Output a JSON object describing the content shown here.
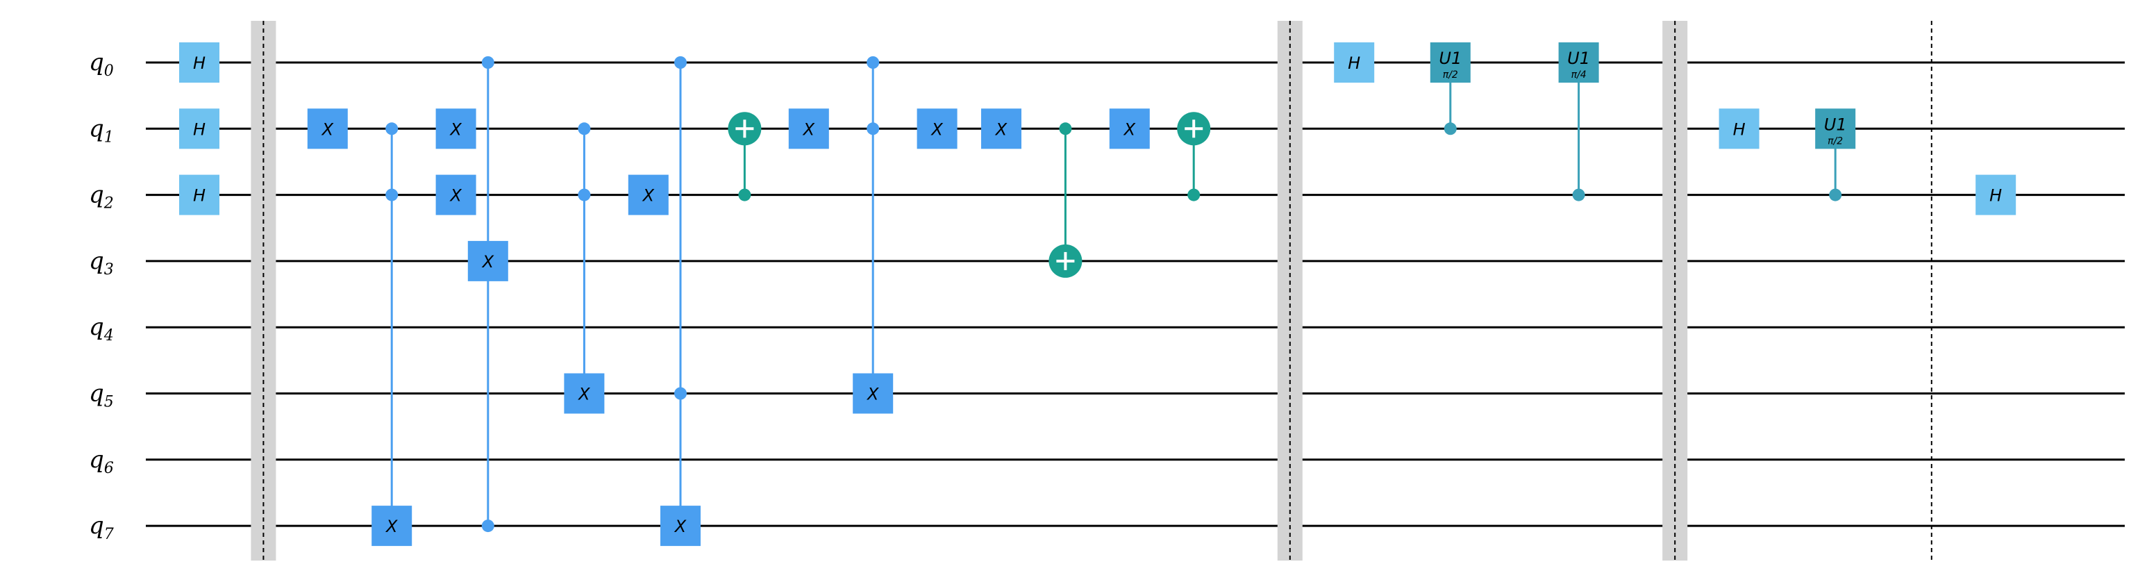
{
  "colors": {
    "wire": "#000000",
    "h_gate": "#6fc2f0",
    "x_gate": "#4a9ff0",
    "x_ctrl": "#4a9ff0",
    "u1_gate": "#3ba0b8",
    "u1_ctrl": "#3ba0b8",
    "cx": "#1aa191",
    "barrier_fill": "#d4d4d4",
    "barrier_line": "#000000"
  },
  "qubits": [
    {
      "base": "q",
      "index": "0"
    },
    {
      "base": "q",
      "index": "1"
    },
    {
      "base": "q",
      "index": "2"
    },
    {
      "base": "q",
      "index": "3"
    },
    {
      "base": "q",
      "index": "4"
    },
    {
      "base": "q",
      "index": "5"
    },
    {
      "base": "q",
      "index": "6"
    },
    {
      "base": "q",
      "index": "7"
    }
  ],
  "barriers": [
    {
      "column": 1,
      "shaded": true
    },
    {
      "column": 17,
      "shaded": true
    },
    {
      "column": 23,
      "shaded": true
    },
    {
      "column": 27,
      "shaded": false
    }
  ],
  "gates": [
    {
      "type": "box",
      "kind": "h",
      "label": "H",
      "column": 0,
      "qubit": 0
    },
    {
      "type": "box",
      "kind": "h",
      "label": "H",
      "column": 0,
      "qubit": 1
    },
    {
      "type": "box",
      "kind": "h",
      "label": "H",
      "column": 0,
      "qubit": 2
    },
    {
      "type": "box",
      "kind": "x",
      "label": "X",
      "column": 2,
      "qubit": 1
    },
    {
      "type": "controlled",
      "kind": "x",
      "label": "X",
      "column": 3,
      "controls": [
        1,
        2
      ],
      "target": 7
    },
    {
      "type": "box",
      "kind": "x",
      "label": "X",
      "column": 4,
      "qubit": 1
    },
    {
      "type": "box",
      "kind": "x",
      "label": "X",
      "column": 4,
      "qubit": 2
    },
    {
      "type": "controlled",
      "kind": "x",
      "label": "X",
      "column": 4.5,
      "controls": [
        0,
        7
      ],
      "target": 3
    },
    {
      "type": "controlled",
      "kind": "x",
      "label": "X",
      "column": 6,
      "controls": [
        1,
        2
      ],
      "target": 5
    },
    {
      "type": "box",
      "kind": "x",
      "label": "X",
      "column": 7,
      "qubit": 2
    },
    {
      "type": "controlled",
      "kind": "x",
      "label": "X",
      "column": 7.5,
      "controls": [
        0,
        5
      ],
      "target": 7
    },
    {
      "type": "cx",
      "column": 8.5,
      "control": 2,
      "target": 1
    },
    {
      "type": "box",
      "kind": "x",
      "label": "X",
      "column": 9.5,
      "qubit": 1
    },
    {
      "type": "controlled",
      "kind": "x",
      "label": "X",
      "column": 10.5,
      "controls": [
        0,
        1
      ],
      "target": 5
    },
    {
      "type": "box",
      "kind": "x",
      "label": "X",
      "column": 11.5,
      "qubit": 1
    },
    {
      "type": "box",
      "kind": "x",
      "label": "X",
      "column": 12.5,
      "qubit": 1
    },
    {
      "type": "cx",
      "column": 13.5,
      "control": 1,
      "target": 3
    },
    {
      "type": "box",
      "kind": "x",
      "label": "X",
      "column": 14.5,
      "qubit": 1
    },
    {
      "type": "cx",
      "column": 15.5,
      "control": 2,
      "target": 1
    },
    {
      "type": "box",
      "kind": "h",
      "label": "H",
      "column": 18,
      "qubit": 0
    },
    {
      "type": "cu1",
      "label": "U1",
      "param": "π/2",
      "column": 19.5,
      "control": 1,
      "target": 0
    },
    {
      "type": "cu1",
      "label": "U1",
      "param": "π/4",
      "column": 21.5,
      "control": 2,
      "target": 0
    },
    {
      "type": "box",
      "kind": "h",
      "label": "H",
      "column": 24,
      "qubit": 1
    },
    {
      "type": "cu1",
      "label": "U1",
      "param": "π/2",
      "column": 25.5,
      "control": 2,
      "target": 1
    },
    {
      "type": "box",
      "kind": "h",
      "label": "H",
      "column": 28,
      "qubit": 2
    }
  ]
}
